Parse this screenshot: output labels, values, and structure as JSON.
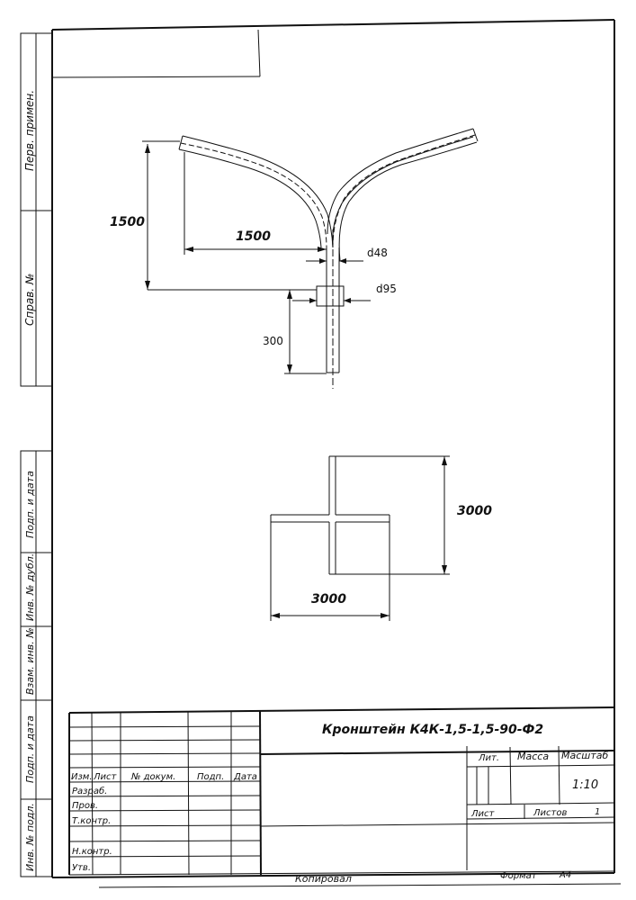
{
  "side_labels": {
    "perv_primen": "Перв. примен.",
    "sprav_no": "Справ. №",
    "podp_i_data_top": "Подп. и дата",
    "inv_no_dubl": "Инв. № дубл.",
    "vzam_inv_no": "Взам. инв. №",
    "podp_i_data_bottom": "Подп. и дата",
    "inv_no_podl": "Инв. № подл."
  },
  "bracket_dims": {
    "height": "1500",
    "reach": "1500",
    "pipe_diameter": "d48",
    "sleeve_diameter": "d95",
    "sleeve_length": "300"
  },
  "plan_dims": {
    "width": "3000",
    "depth": "3000"
  },
  "title_block": {
    "title": "Кронштейн К4К-1,5-1,5-90-Ф2",
    "col_headers": [
      "Изм.",
      "Лист",
      "№ докум.",
      "Подп.",
      "Дата"
    ],
    "roles": [
      "Разраб.",
      "Пров.",
      "Т.контр.",
      "",
      "Н.контр.",
      "Утв."
    ],
    "lit_label": "Лит.",
    "mass_label": "Масса",
    "scale_label": "Масштаб",
    "scale_value": "1:10",
    "sheet_label": "Лист",
    "sheets_label": "Листов",
    "sheets_value": "1",
    "copied_label": "Копировал",
    "format_label": "Формат",
    "format_value": "А4"
  }
}
